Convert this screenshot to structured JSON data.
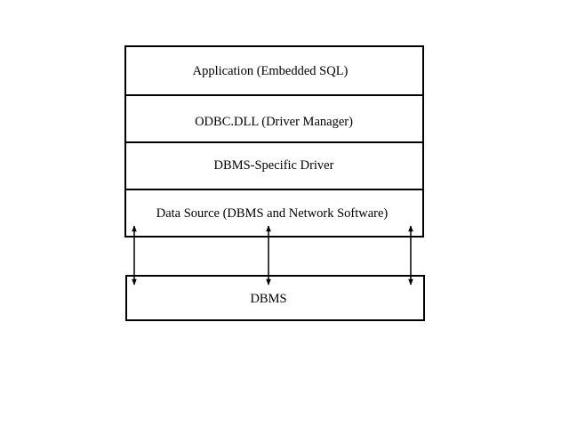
{
  "diagram": {
    "stack_layers": [
      "Application (Embedded SQL)",
      "ODBC.DLL (Driver Manager)",
      "DBMS-Specific Driver",
      "Data Source (DBMS and Network Software)"
    ],
    "bottom_box": "DBMS",
    "line_color": "#000000",
    "background_color": "#ffffff"
  }
}
